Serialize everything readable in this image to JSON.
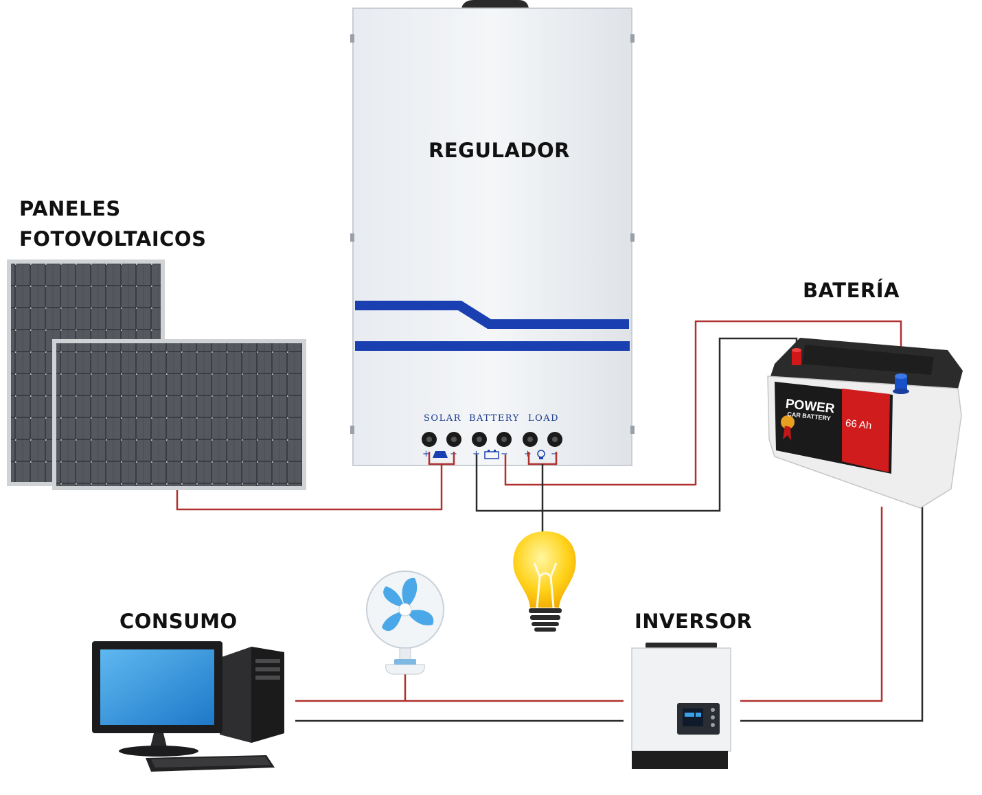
{
  "labels": {
    "regulador": "REGULADOR",
    "paneles_line1": "PANELES",
    "paneles_line2": "FOTOVOLTAICOS",
    "bateria": "BATERÍA",
    "consumo": "CONSUMO",
    "inversor": "INVERSOR"
  },
  "regulator_terminals": {
    "solar": "SOLAR",
    "battery": "BATTERY",
    "load": "LOAD"
  },
  "battery_branding": {
    "brand": "POWER",
    "subtitle": "CAR BATTERY",
    "capacity": "66 Ah"
  },
  "colors": {
    "positive_wire": "#b0302e",
    "negative_wire": "#2a2a2a",
    "regulator_stripe": "#1a3fb0",
    "battery_red": "#d01c1c"
  },
  "icons": [
    "solar-panel-icon",
    "battery-icon",
    "light-bulb-icon",
    "fan-icon",
    "desktop-computer-icon",
    "inverter-icon"
  ]
}
